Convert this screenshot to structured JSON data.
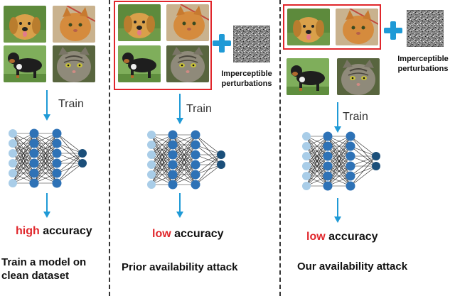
{
  "panels": [
    {
      "id": "clean",
      "train_label": "Train",
      "accuracy_level": "high",
      "accuracy_word": "accuracy",
      "caption": "Train a model on clean dataset"
    },
    {
      "id": "prior",
      "train_label": "Train",
      "accuracy_level": "low",
      "accuracy_word": "accuracy",
      "caption": "Prior availability attack",
      "perturbation_label": "Imperceptible perturbations"
    },
    {
      "id": "ours",
      "train_label": "Train",
      "accuracy_level": "low",
      "accuracy_word": "accuracy",
      "caption": "Our availability attack",
      "perturbation_label": "Imperceptible perturbations"
    }
  ],
  "images": [
    "golden-retriever",
    "orange-cat",
    "black-dog",
    "tabby-cat"
  ],
  "colors": {
    "arrow": "#1f9ad6",
    "highlight": "#e0262b",
    "plus": "#1f9ad6",
    "node_input": "#a9cde8",
    "node_hidden": "#2e72b6",
    "node_output": "#1b4f7a"
  }
}
